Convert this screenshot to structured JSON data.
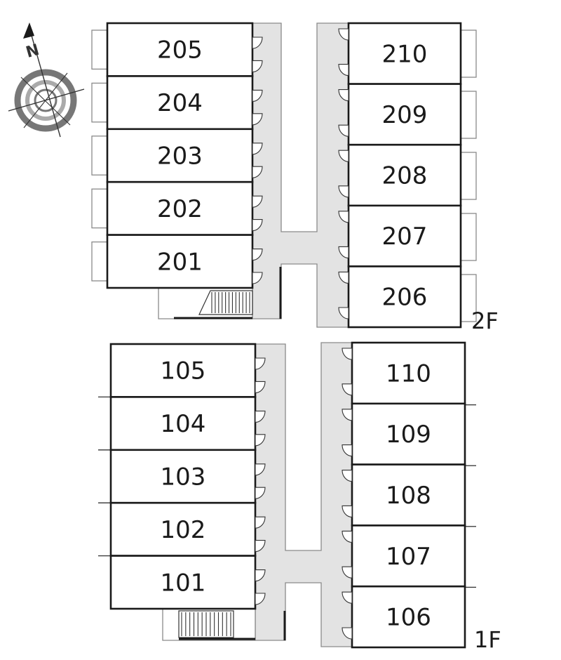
{
  "compass": {
    "letter": "N"
  },
  "floors": [
    {
      "label": "2F",
      "left_rooms": [
        "205",
        "204",
        "203",
        "202",
        "201"
      ],
      "right_rooms": [
        "210",
        "209",
        "208",
        "207",
        "206"
      ]
    },
    {
      "label": "1F",
      "left_rooms": [
        "105",
        "104",
        "103",
        "102",
        "101"
      ],
      "right_rooms": [
        "110",
        "109",
        "108",
        "107",
        "106"
      ]
    }
  ]
}
